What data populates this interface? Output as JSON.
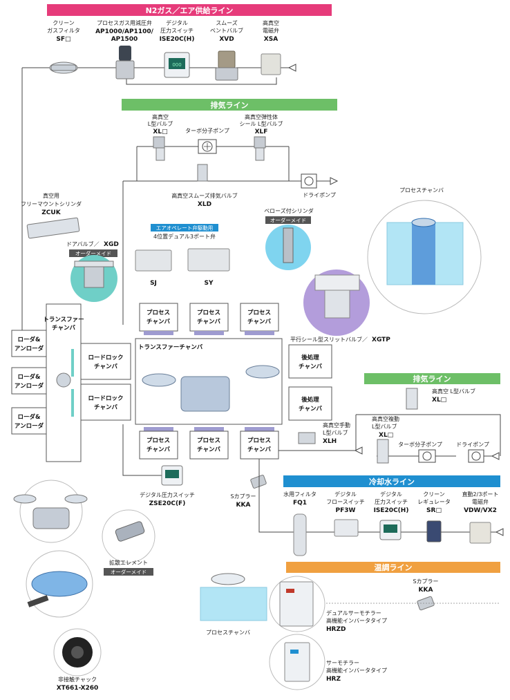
{
  "colors": {
    "n2": "#e63b7a",
    "exhaust": "#6dbf67",
    "cooling": "#1f8fd0",
    "temp": "#f0a040",
    "teal": "#6fcfc7",
    "lilac": "#b39ddb",
    "water": "#7fd4ef"
  },
  "headers": {
    "n2": "N2ガス／エア供給ライン",
    "exhaust1": "排気ライン",
    "exhaust2": "排気ライン",
    "cooling": "冷却水ライン",
    "temp": "温調ライン"
  },
  "n2_items": [
    {
      "l1": "クリーン",
      "l2": "ガスフィルタ",
      "code": "SF□"
    },
    {
      "l1": "プロセスガス用減圧弁",
      "l2": "",
      "code": "AP1000/AP1100/",
      "code2": "AP1500"
    },
    {
      "l1": "デジタル",
      "l2": "圧力スイッチ",
      "code": "ISE20C(H)"
    },
    {
      "l1": "スムーズ",
      "l2": "ベントバルブ",
      "code": "XVD"
    },
    {
      "l1": "高真空",
      "l2": "電磁弁",
      "code": "XSA"
    }
  ],
  "exhaust1_items": {
    "xl_l1": "高真空",
    "xl_l2": "L型バルブ",
    "xl_code": "XL□",
    "turbo": "ターボ分子ポンプ",
    "xlf_l1": "高真空弾性体",
    "xlf_l2": "シール L型バルブ",
    "xlf_code": "XLF",
    "xld_l1": "高真空スムーズ排気バルブ",
    "xld_code": "XLD",
    "dry": "ドライポンプ"
  },
  "left_items": {
    "zcuk_l1": "真空用",
    "zcuk_l2": "フリーマウントシリンダ",
    "zcuk_code": "ZCUK",
    "xgd_l1": "ドアバルブ／",
    "xgd_code": "XGD",
    "order": "オーダーメイド"
  },
  "valve_items": {
    "badge": "エアオペレート弁駆動用",
    "desc": "4位置デュアル3ポート弁",
    "sj": "SJ",
    "sy": "SY"
  },
  "bellows": {
    "l1": "ベローズ付シリンダ",
    "order": "オーダーメイド"
  },
  "chamber_label": "プロセスチャンバ",
  "xgtp": {
    "l1": "平行シール型スリットバルブ／",
    "code": "XGTP"
  },
  "boxes": {
    "process_l1": "プロセス",
    "process_l2": "チャンバ",
    "transfer_small_l1": "トランスファー",
    "transfer_small_l2": "チャンバ",
    "loader_l1": "ローダ&",
    "loader_l2": "アンローダ",
    "loadlock_l1": "ロードロック",
    "loadlock_l2": "チャンバ",
    "transfer_main": "トランスファーチャンバ",
    "post_l1": "後処理",
    "post_l2": "チャンバ"
  },
  "exhaust2_items": {
    "xl_l1": "高真空 L型バルブ",
    "xl_code": "XL□",
    "xlh_l1": "高真空手動",
    "xlh_l2": "L型バルブ",
    "xlh_code": "XLH",
    "xl2_l1": "高真空複動",
    "xl2_l2": "L型バルブ",
    "xl2_code": "XL□",
    "turbo": "ターボ分子ポンプ",
    "dry": "ドライポンプ"
  },
  "zse": {
    "l1": "デジタル圧力スイッチ",
    "code": "ZSE20C(F)"
  },
  "kka1": {
    "l1": "Sカプラー",
    "code": "KKA"
  },
  "cooling_items": [
    {
      "l1": "水用フィルタ",
      "l2": "",
      "code": "FQ1"
    },
    {
      "l1": "デジタル",
      "l2": "フロースイッチ",
      "code": "PF3W"
    },
    {
      "l1": "デジタル",
      "l2": "圧力スイッチ",
      "code": "ISE20C(H)"
    },
    {
      "l1": "クリーン",
      "l2": "レギュレータ",
      "code": "SR□"
    },
    {
      "l1": "直動2/3ポート",
      "l2": "電磁弁",
      "code": "VDW/VX2"
    }
  ],
  "diffuser": {
    "l1": "拡散エレメント",
    "order": "オーダーメイド"
  },
  "kka2": {
    "l1": "Sカプラー",
    "code": "KKA"
  },
  "temp_items": {
    "chamber": "プロセスチャンバ",
    "hrzd_l1": "デュアルサーモチラー",
    "hrzd_l2": "高機能インバータタイプ",
    "hrzd_code": "HRZD",
    "hrz_l1": "サーモチラー",
    "hrz_l2": "高機能インバータタイプ",
    "hrz_code": "HRZ"
  },
  "chuck": {
    "l1": "非接触チャック",
    "code": "XT661-X260"
  }
}
